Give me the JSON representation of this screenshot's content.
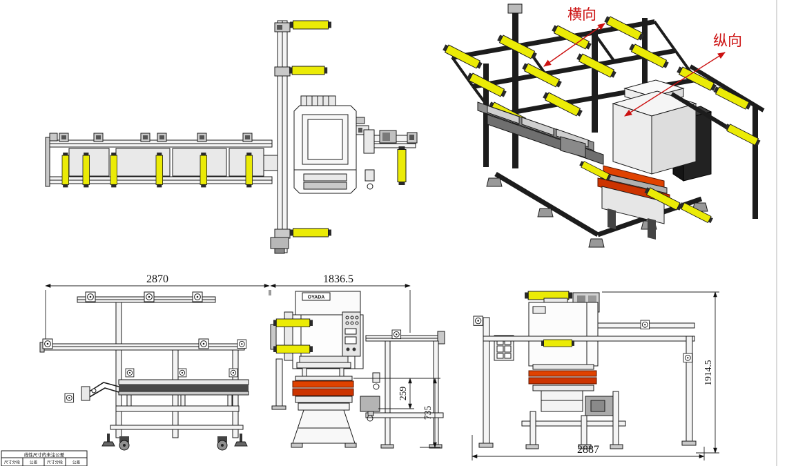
{
  "annotations": {
    "horizontal_direction_label": "横向",
    "longitudinal_direction_label": "纵向"
  },
  "labels": {
    "press_brand": "OYADA"
  },
  "dimensions": {
    "feeder_width": "2870",
    "press_line_width": "1836.5",
    "die_space_height": "259",
    "bed_height": "735",
    "machine_height": "1914.5",
    "machine_depth": "2887"
  },
  "tolerance_table": {
    "title": "线性尺寸的未注公差",
    "row": [
      "尺寸分段",
      "公差",
      "尺寸分段",
      "公差"
    ]
  },
  "colors": {
    "roller_yellow": "#ebeb06",
    "die_red_light": "#e04200",
    "die_red_dark": "#cc3300",
    "annotation_red": "#cc1111",
    "line": "#1a1a1a"
  }
}
